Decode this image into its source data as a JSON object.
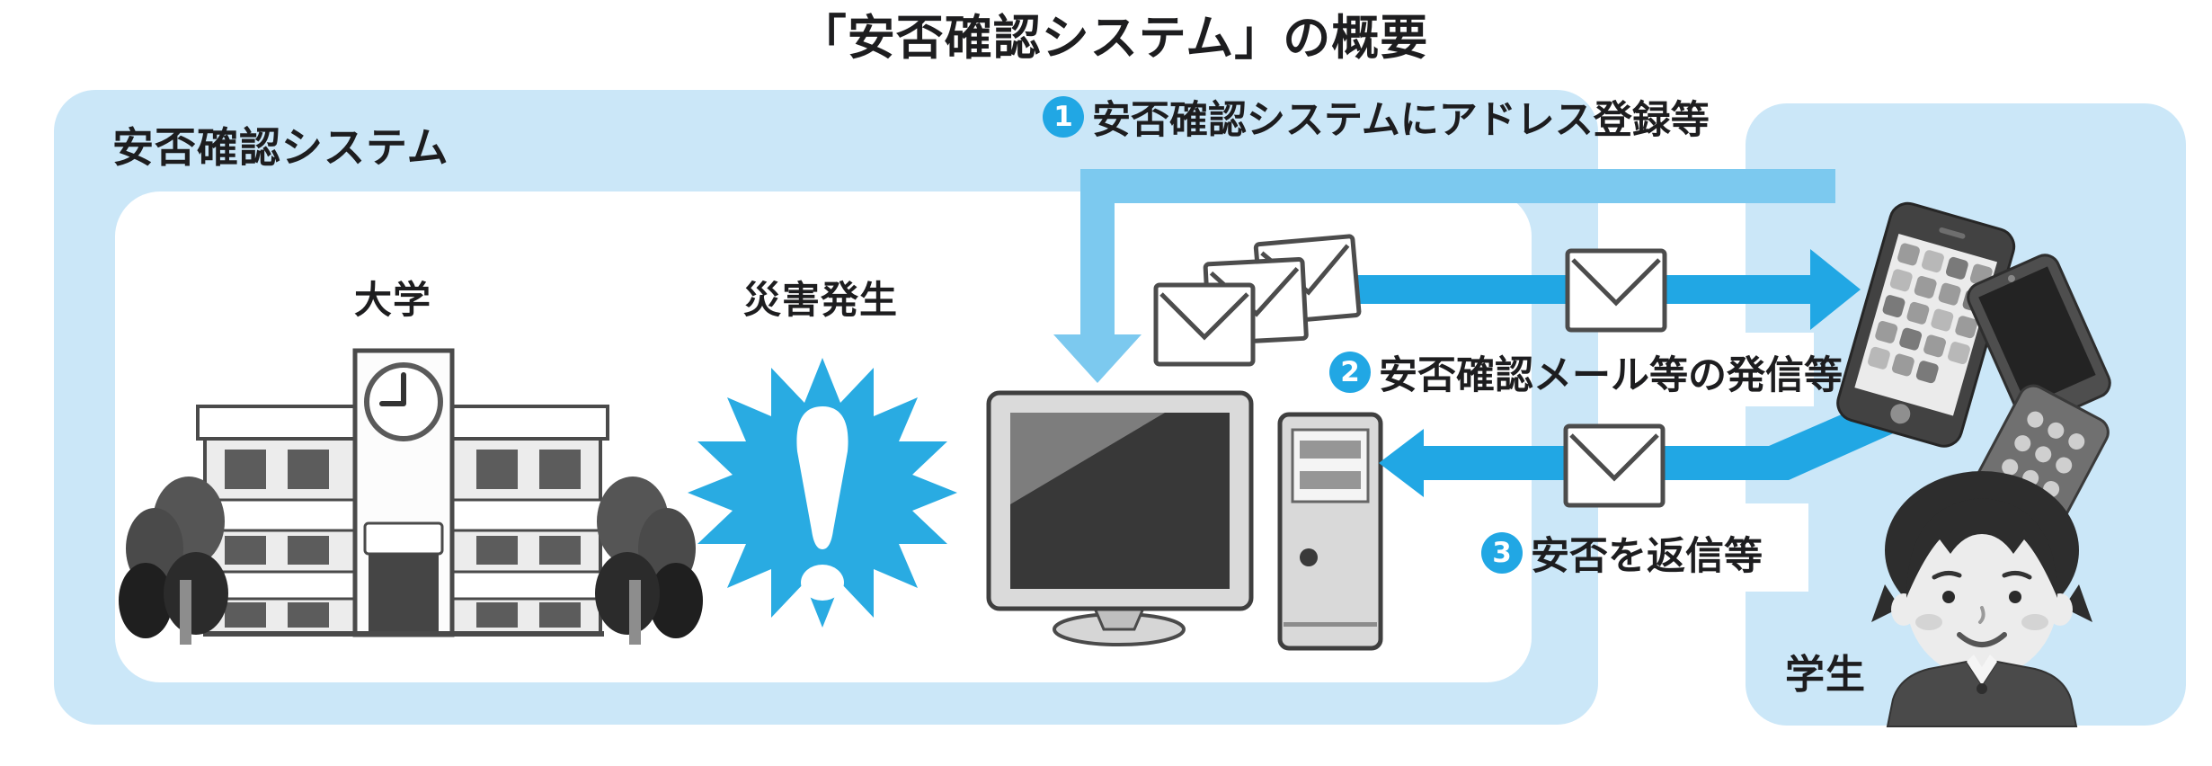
{
  "title": "「安否確認システム」の概要",
  "system_box": {
    "label": "安否確認システム",
    "university_label": "大学",
    "disaster_label": "災害発生"
  },
  "student_box": {
    "label": "学生"
  },
  "steps": [
    {
      "number": "1",
      "label": "安否確認システムにアドレス登録等"
    },
    {
      "number": "2",
      "label": "安否確認メール等の発信等"
    },
    {
      "number": "3",
      "label": "安否を返信等"
    }
  ],
  "icons": {
    "envelope": "✉",
    "exclamation": "!",
    "university_building": "school-building",
    "disaster_burst": "burst-star",
    "desktop_computer": "monitor",
    "server_tower": "tower-pc",
    "smartphone": "smartphone",
    "flip_phone": "flip-phone",
    "student_avatar": "person"
  },
  "colors": {
    "panel_blue": "#cbe7f8",
    "arrow_blue": "#21a7e4",
    "register_arrow_blue": "#7cc9ef",
    "text": "#1d1d1f"
  }
}
